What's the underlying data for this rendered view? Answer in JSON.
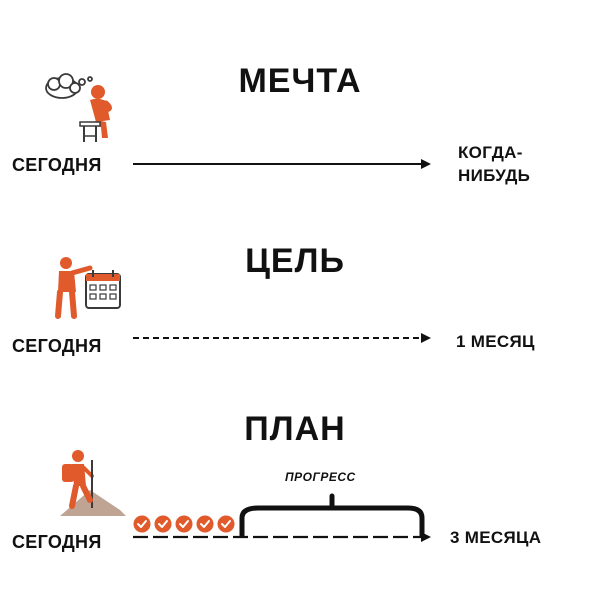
{
  "sections": [
    {
      "title": "МЕЧТА",
      "start": "СЕГОДНЯ",
      "end_line1": "КОГДА-",
      "end_line2": "НИБУДЬ",
      "line_style": "solid"
    },
    {
      "title": "ЦЕЛЬ",
      "start": "СЕГОДНЯ",
      "end": "1 МЕСЯЦ",
      "line_style": "dashed"
    },
    {
      "title": "ПЛАН",
      "start": "СЕГОДНЯ",
      "end": "3 МЕСЯЦА",
      "line_style": "long-dashed",
      "progress_label": "ПРОГРЕСС",
      "completed_steps": 5
    }
  ],
  "colors": {
    "accent": "#e05a2b",
    "text": "#111111",
    "icon_outline": "#3a3a3a"
  },
  "icons": [
    "dreaming-person-icon",
    "person-with-calendar-icon",
    "hiker-climbing-icon",
    "check-circle-icon"
  ]
}
